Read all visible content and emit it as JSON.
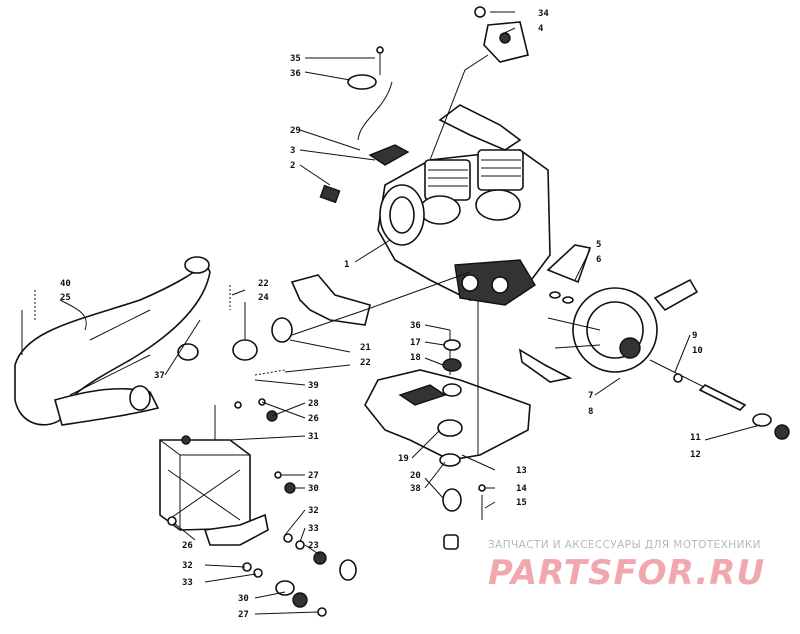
{
  "callouts": [
    {
      "id": "c34",
      "text": "34"
    },
    {
      "id": "c4",
      "text": "4"
    },
    {
      "id": "c35",
      "text": "35"
    },
    {
      "id": "c36a",
      "text": "36"
    },
    {
      "id": "c29",
      "text": "29"
    },
    {
      "id": "c3",
      "text": "3"
    },
    {
      "id": "c2",
      "text": "2"
    },
    {
      "id": "c1",
      "text": "1"
    },
    {
      "id": "c5",
      "text": "5"
    },
    {
      "id": "c6",
      "text": "6"
    },
    {
      "id": "c40",
      "text": "40"
    },
    {
      "id": "c25",
      "text": "25"
    },
    {
      "id": "c22a",
      "text": "22"
    },
    {
      "id": "c24",
      "text": "24"
    },
    {
      "id": "c21",
      "text": "21"
    },
    {
      "id": "c22b",
      "text": "22"
    },
    {
      "id": "c37",
      "text": "37"
    },
    {
      "id": "c39",
      "text": "39"
    },
    {
      "id": "c28",
      "text": "28"
    },
    {
      "id": "c26a",
      "text": "26"
    },
    {
      "id": "c31",
      "text": "31"
    },
    {
      "id": "c36b",
      "text": "36"
    },
    {
      "id": "c17",
      "text": "17"
    },
    {
      "id": "c18",
      "text": "18"
    },
    {
      "id": "c9",
      "text": "9"
    },
    {
      "id": "c10",
      "text": "10"
    },
    {
      "id": "c7",
      "text": "7"
    },
    {
      "id": "c8",
      "text": "8"
    },
    {
      "id": "c11",
      "text": "11"
    },
    {
      "id": "c12",
      "text": "12"
    },
    {
      "id": "c19",
      "text": "19"
    },
    {
      "id": "c13",
      "text": "13"
    },
    {
      "id": "c20",
      "text": "20"
    },
    {
      "id": "c38",
      "text": "38"
    },
    {
      "id": "c14",
      "text": "14"
    },
    {
      "id": "c15",
      "text": "15"
    },
    {
      "id": "c27a",
      "text": "27"
    },
    {
      "id": "c30a",
      "text": "30"
    },
    {
      "id": "c32a",
      "text": "32"
    },
    {
      "id": "c33a",
      "text": "33"
    },
    {
      "id": "c26b",
      "text": "26"
    },
    {
      "id": "c23",
      "text": "23"
    },
    {
      "id": "c32b",
      "text": "32"
    },
    {
      "id": "c33b",
      "text": "33"
    },
    {
      "id": "c30b",
      "text": "30"
    },
    {
      "id": "c27b",
      "text": "27"
    }
  ],
  "watermark": {
    "caption": "ЗАПЧАСТИ И АКСЕССУАРЫ ДЛЯ МОТОТЕХНИКИ",
    "logo": "PARTSFOR.RU"
  }
}
